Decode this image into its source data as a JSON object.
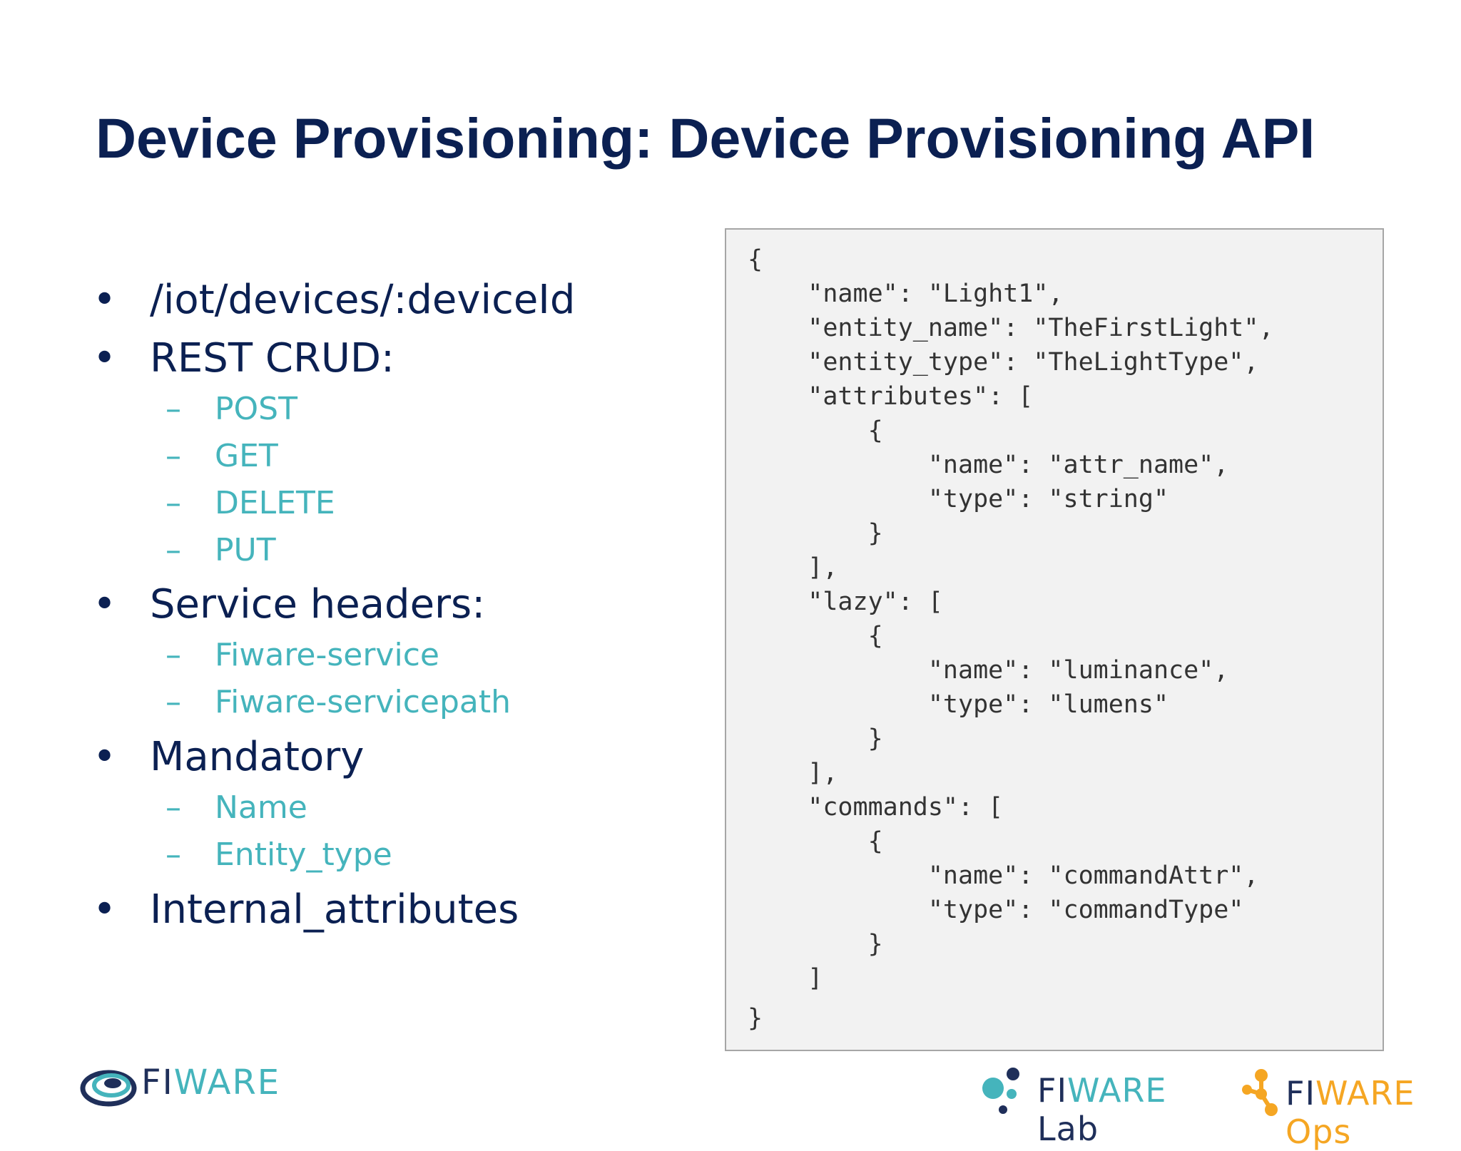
{
  "title": "Device Provisioning: Device Provisioning API",
  "bullets": [
    {
      "text": "/iot/devices/:deviceId"
    },
    {
      "text": "REST CRUD:"
    },
    {
      "text": "Service headers:"
    },
    {
      "text": "Mandatory"
    },
    {
      "text": "Internal_attributes"
    }
  ],
  "bullet_marker": "•",
  "dash_marker": "–",
  "sub_items": {
    "rest_crud": [
      "POST",
      "GET",
      "DELETE",
      "PUT"
    ],
    "service_headers": [
      "Fiware-service",
      "Fiware-servicepath"
    ],
    "mandatory": [
      "Name",
      "Entity_type"
    ]
  },
  "code_lines": [
    "{",
    "    \"name\": \"Light1\",",
    "    \"entity_name\": \"TheFirstLight\",",
    "    \"entity_type\": \"TheLightType\",",
    "    \"attributes\": [",
    "        {",
    "            \"name\": \"attr_name\",",
    "            \"type\": \"string\"",
    "        }",
    "    ],",
    "    \"lazy\": [",
    "        {",
    "            \"name\": \"luminance\",",
    "            \"type\": \"lumens\"",
    "        }",
    "    ],",
    "    \"commands\": [",
    "        {",
    "            \"name\": \"commandAttr\",",
    "            \"type\": \"commandType\"",
    "        }",
    "    ]",
    "}"
  ],
  "logos": {
    "fiware": {
      "dark": "FI",
      "light": "WARE"
    },
    "fiware_lab": {
      "dark": "FI",
      "light": "WARE",
      "suffix": " Lab"
    },
    "fiware_ops": {
      "dark": "FI",
      "light": "WARE",
      "suffix": " Ops"
    }
  },
  "colors": {
    "title": "#0b2052",
    "sub_item": "#45b4bc",
    "code_bg": "#f2f2f2",
    "accent_orange": "#f5a623"
  }
}
